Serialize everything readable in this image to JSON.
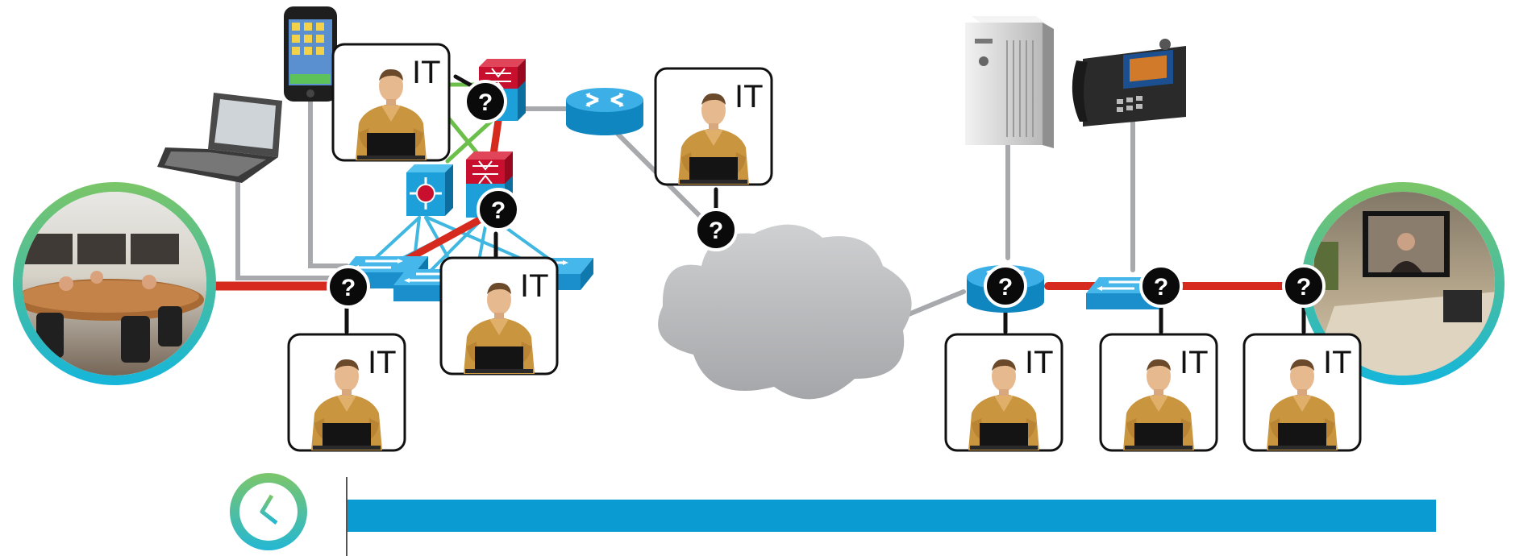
{
  "labels": {
    "it": "IT",
    "question": "?"
  },
  "colors": {
    "path_red": "#d62a1e",
    "link_gray": "#a7a9ac",
    "link_blue": "#3fb7e0",
    "link_green": "#6dbf4b",
    "device_blue": "#1d9fd9",
    "device_red": "#c8102e",
    "ring_green": "#72c46e",
    "ring_cyan": "#1eb8d6",
    "timeline_bar": "#0a9bd2",
    "cloud_gray": "#b7b8bb"
  },
  "icons": [
    "telepresence-room-photo",
    "single-user-video-photo",
    "laptop-icon",
    "smartphone-icon",
    "server-icon",
    "ip-phone-icon",
    "router-icon",
    "switch-icon",
    "layer3-switch-icon",
    "firewall-icon",
    "cloud-icon",
    "clock-icon",
    "it-technician-photo",
    "question-badge-icon"
  ]
}
